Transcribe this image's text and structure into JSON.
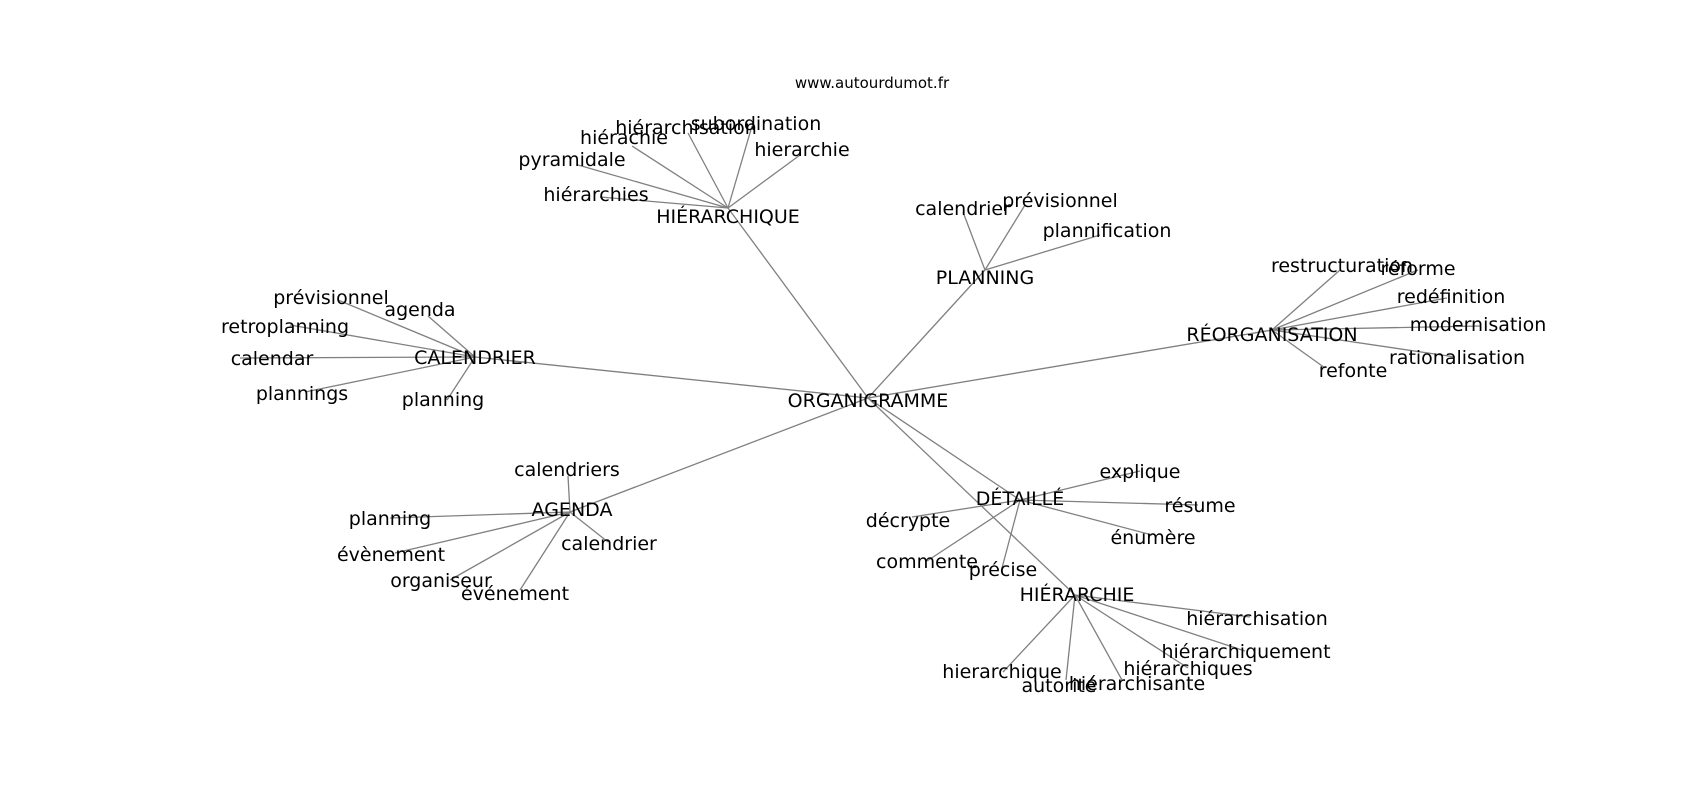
{
  "header": {
    "site_label": "www.autourdumot.fr"
  },
  "colors": {
    "edge": "#808080",
    "text": "#000000",
    "background": "#ffffff"
  },
  "graph": {
    "center": "ORGANIGRAMME",
    "hubs": {
      "hierarchique": "HIÉRARCHIQUE",
      "planning": "PLANNING",
      "reorganisation": "RÉORGANISATION",
      "calendrier": "CALENDRIER",
      "agenda": "AGENDA",
      "detaille": "DÉTAILLÉ",
      "hierarchie": "HIÉRARCHIE"
    },
    "leaves": {
      "hierarchique": [
        "hiérarchisation",
        "subordination",
        "hiérachie",
        "hierarchie",
        "pyramidale",
        "hiérarchies"
      ],
      "planning": [
        "calendrier",
        "prévisionnel",
        "plannification"
      ],
      "reorganisation": [
        "restructuration",
        "réforme",
        "redéfinition",
        "modernisation",
        "rationalisation",
        "refonte"
      ],
      "calendrier": [
        "prévisionnel",
        "agenda",
        "retroplanning",
        "calendar",
        "plannings",
        "planning"
      ],
      "agenda": [
        "calendriers",
        "planning",
        "calendrier",
        "évènement",
        "organiseur",
        "événement"
      ],
      "detaille": [
        "explique",
        "résume",
        "décrypte",
        "énumère",
        "commente",
        "précise"
      ],
      "hierarchie": [
        "hiérarchisation",
        "hiérarchiquement",
        "hiérarchiques",
        "hierarchique",
        "autorité",
        "hiérarchisante"
      ]
    }
  }
}
